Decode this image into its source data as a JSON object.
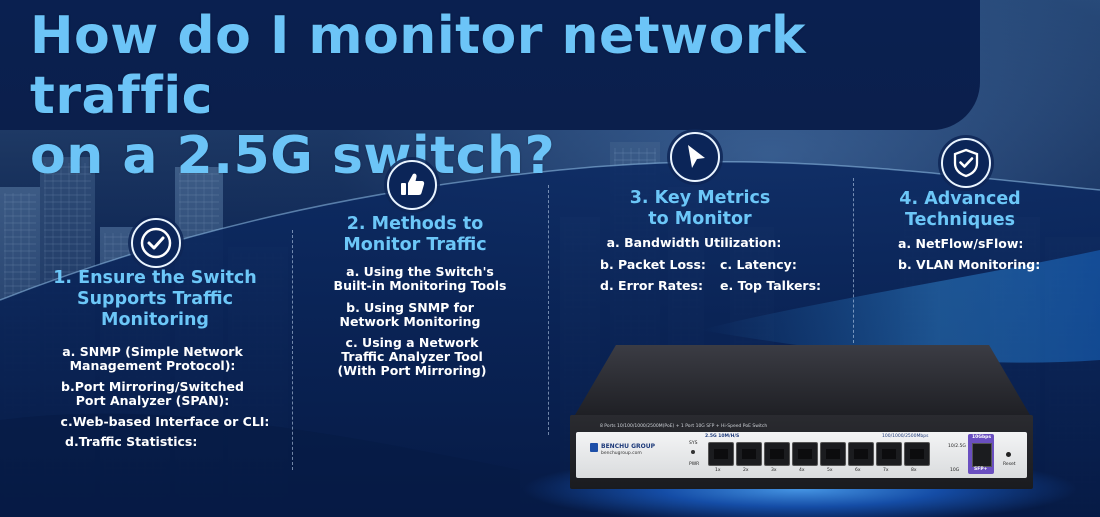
{
  "title": {
    "line1": "How do I monitor network traffic",
    "line2": "on a 2.5G switch?"
  },
  "sections": [
    {
      "icon": "check-icon",
      "title_lines": [
        "1. Ensure the Switch",
        "Supports Traffic",
        "Monitoring"
      ],
      "items": [
        "a. SNMP (Simple Network",
        "Management Protocol):",
        "b.Port Mirroring/Switched",
        "Port Analyzer (SPAN):",
        "c.Web-based Interface or CLI:",
        "d.Traffic Statistics:"
      ]
    },
    {
      "icon": "thumbs-up-icon",
      "title_lines": [
        "2. Methods to",
        "Monitor Traffic"
      ],
      "items": [
        "a. Using the Switch's",
        "Built-in Monitoring Tools",
        "b. Using SNMP for",
        "Network Monitoring",
        "c. Using a Network",
        "Traffic Analyzer Tool",
        "(With Port Mirroring)"
      ]
    },
    {
      "icon": "cursor-arrow-icon",
      "title_lines": [
        "3. Key Metrics",
        "to Monitor"
      ],
      "items": [
        "a. Bandwidth Utilization:",
        "b. Packet Loss:",
        "c. Latency:",
        "d. Error Rates:",
        "e. Top Talkers:"
      ]
    },
    {
      "icon": "shield-check-icon",
      "title_lines": [
        "4. Advanced",
        "Techniques"
      ],
      "items": [
        "a. NetFlow/sFlow:",
        "b. VLAN Monitoring:"
      ]
    }
  ],
  "device": {
    "brand": "BENCHU GROUP",
    "site": "benchugroup.com",
    "spec_text": "8 Ports 10/100/1000/2500M(PoE) + 1 Port 10G SFP + Hi-Speed PoE Switch",
    "port_group_label": "2.5G  10M/H/S",
    "port_speed_label": "100/1000/2500Mbps",
    "sfp_label_top": "10Gbps",
    "sfp_label_bottom": "SFP+",
    "led_sys": "SYS",
    "led_pwr": "PWR",
    "sfp_speed": "10/2.5G",
    "reset": "Reset",
    "sfp_port_label": "10G",
    "port_labels": [
      "1x",
      "2x",
      "3x",
      "4x",
      "5x",
      "6x",
      "7x",
      "8x"
    ]
  },
  "colors": {
    "title": "#6cc4f7",
    "heading": "#6cc7f8",
    "panel": "#0a2050",
    "accent_purple": "#6a4fc0"
  }
}
